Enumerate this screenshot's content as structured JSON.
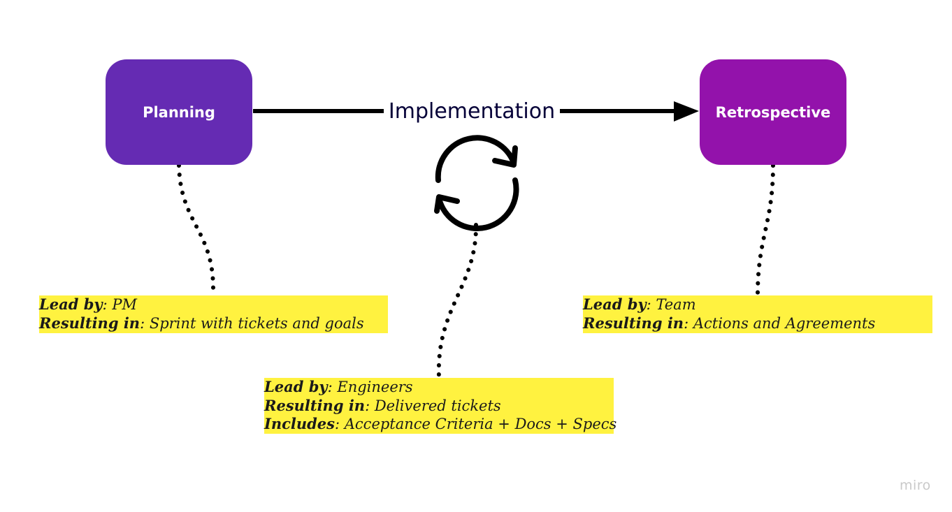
{
  "diagram": {
    "nodes": {
      "planning": {
        "label": "Planning",
        "color": "#652bb3"
      },
      "retrospective": {
        "label": "Retrospective",
        "color": "#9312ab"
      }
    },
    "edge": {
      "label": "Implementation"
    },
    "cycle_icon": "refresh-cycle-icon",
    "notes": {
      "planning": {
        "lead_label": "Lead by",
        "lead_value": ": PM",
        "result_label": "Resulting in",
        "result_value": ": Sprint with tickets and goals"
      },
      "implementation": {
        "lead_label": "Lead by",
        "lead_value": ": Engineers",
        "result_label": "Resulting in",
        "result_value": ": Delivered tickets",
        "includes_label": "Includes",
        "includes_value": ": Acceptance Criteria + Docs + Specs"
      },
      "retrospective": {
        "lead_label": "Lead by",
        "lead_value": ": Team",
        "result_label": "Resulting in",
        "result_value": ": Actions and Agreements"
      }
    },
    "note_color": "#fff240"
  },
  "watermark": "miro"
}
